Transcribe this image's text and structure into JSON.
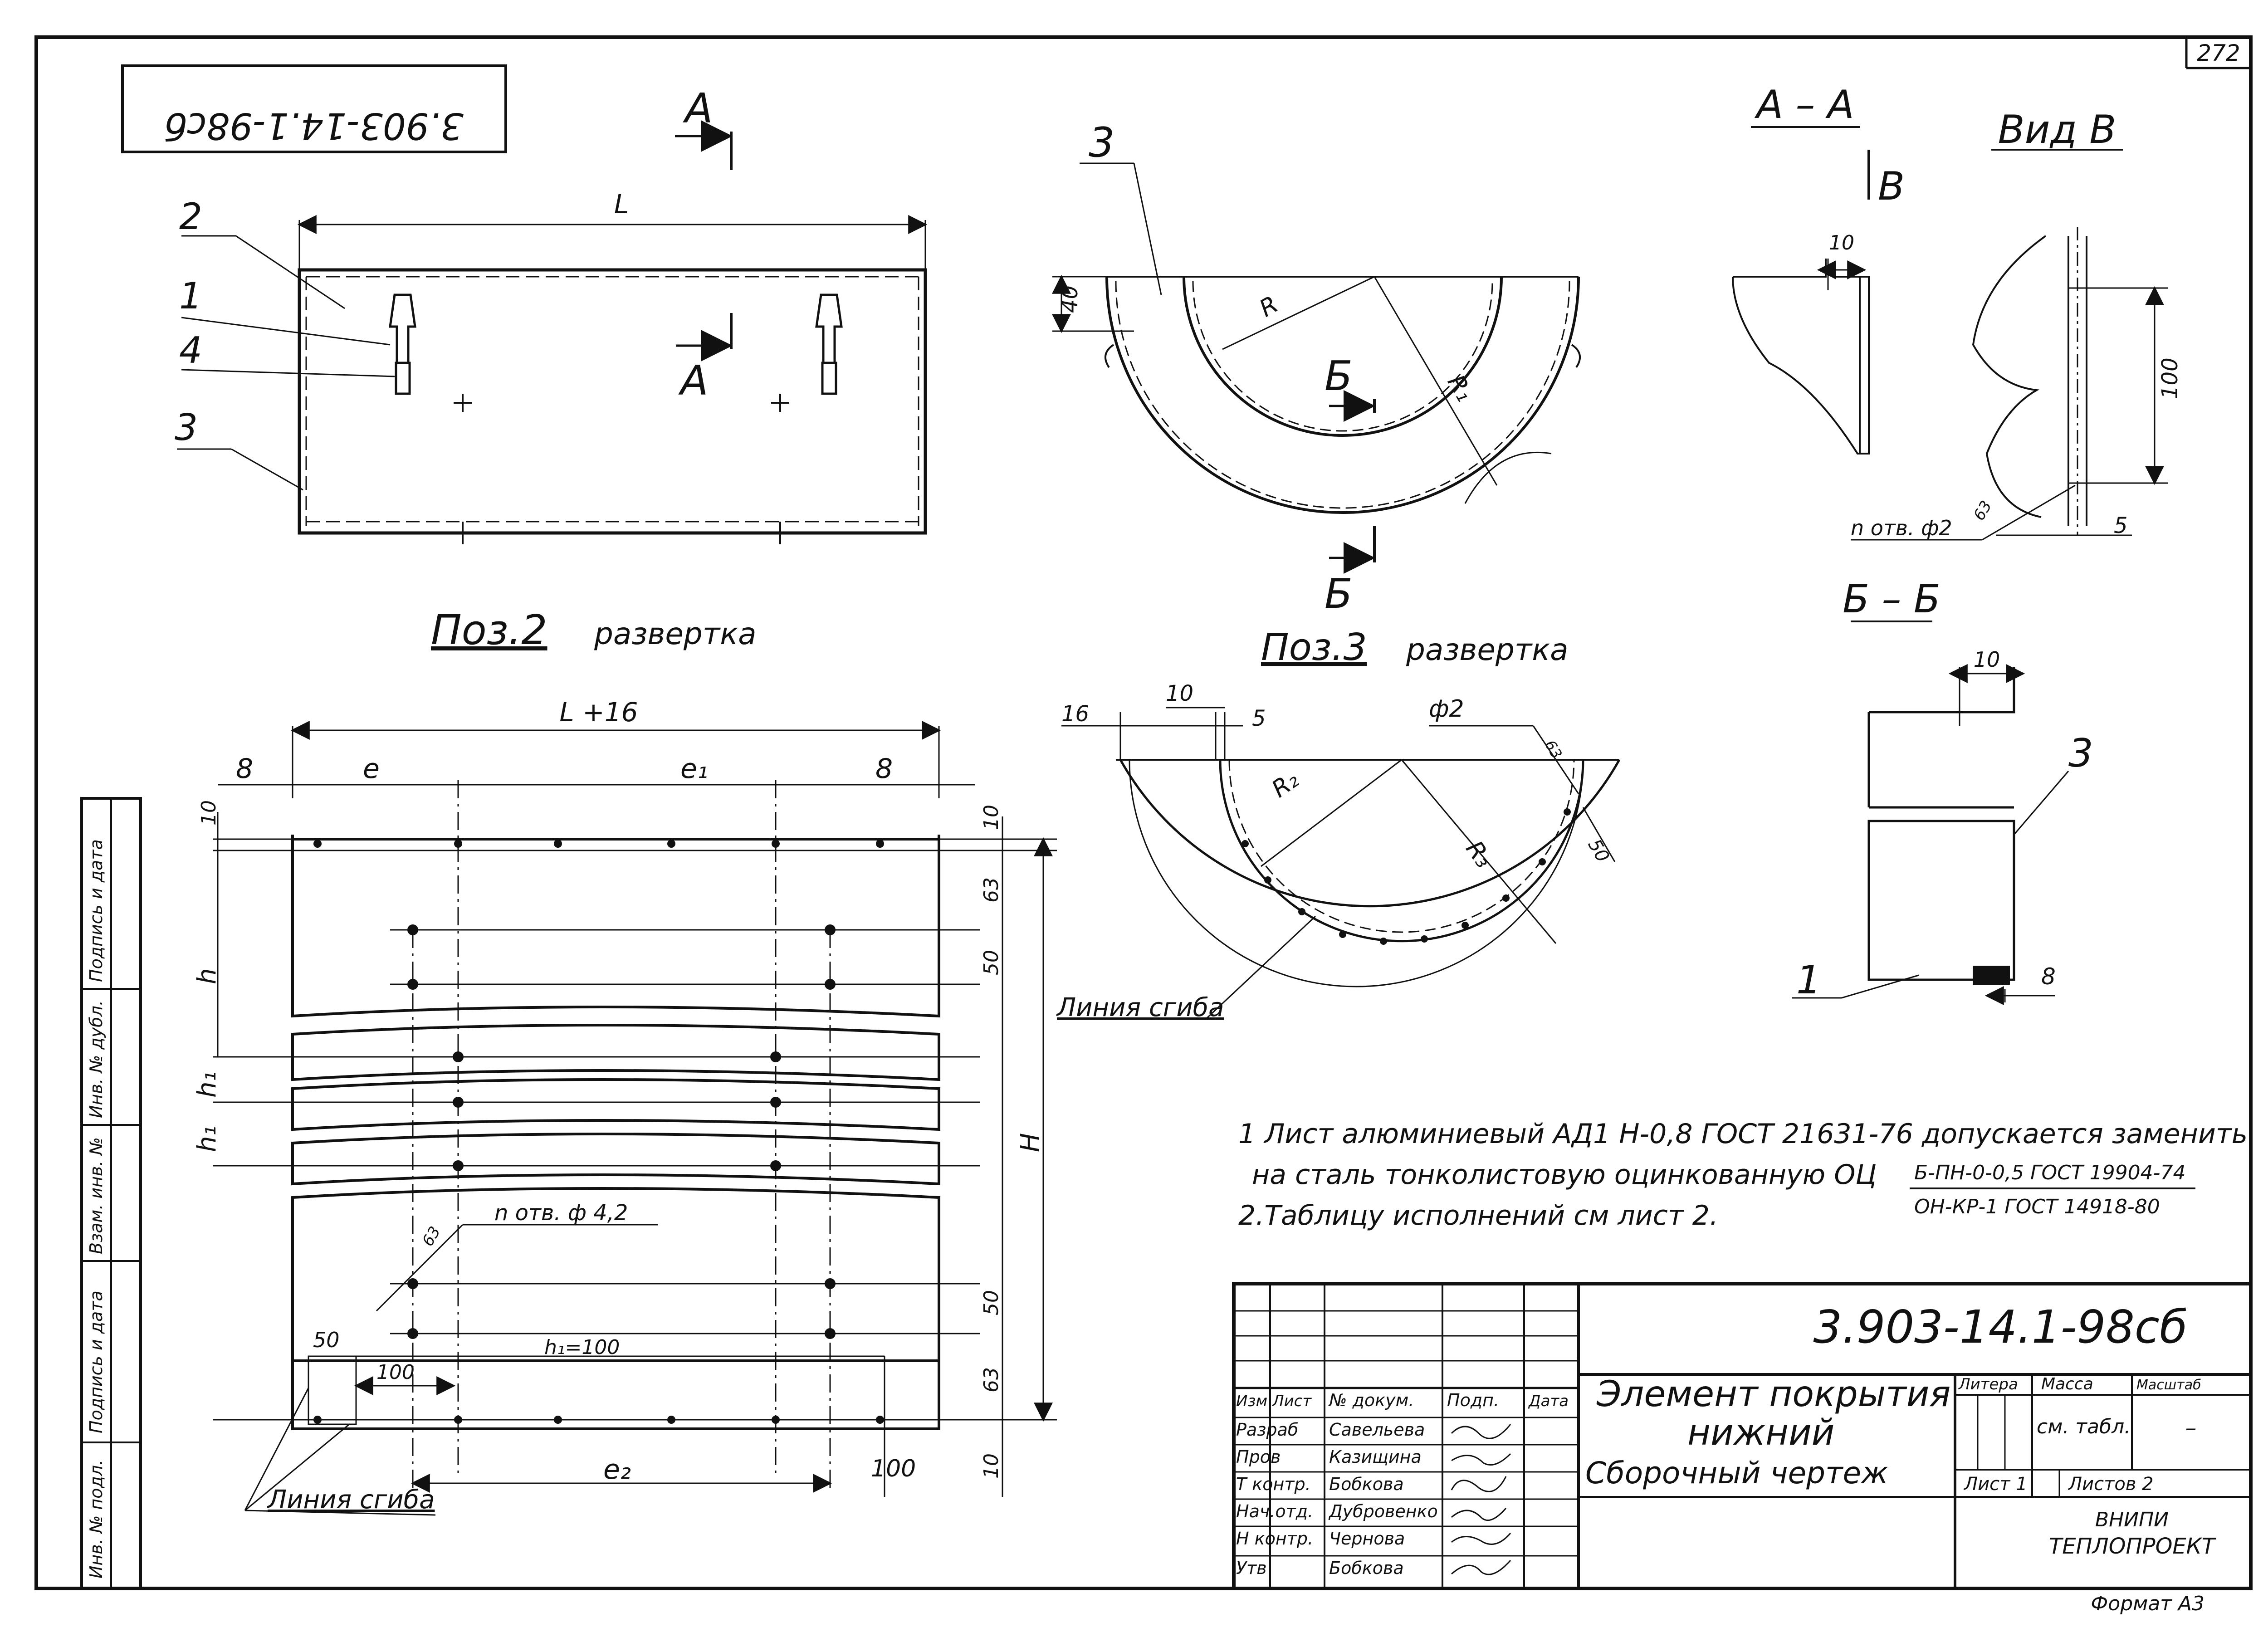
{
  "sheet_number": "272",
  "doc_code_stamp": "3.903-14.1-98сб",
  "doc_code": "3.903-14.1-98сб",
  "section_A_mark": "А",
  "section_B_mark": "Б",
  "section_AA_title": "А – А",
  "section_BB_title": "Б – Б",
  "view_B_title": "Вид В",
  "view_B_mark": "В",
  "pos2_title": "Поз.2",
  "pos3_title": "Поз.3",
  "razvertka": "развертка",
  "line_bend": "Линия сгиба",
  "callouts": {
    "p1": "1",
    "p2": "2",
    "p3": "3",
    "p4": "4"
  },
  "dims": {
    "L": "L",
    "L16": "L +16",
    "d8": "8",
    "e": "e",
    "e1": "e₁",
    "e2": "e₂",
    "d10": "10",
    "d63": "63",
    "d50": "50",
    "d100": "100",
    "d16": "16",
    "d5": "5",
    "d40": "40",
    "h": "h",
    "h1": "h₁",
    "H": "H",
    "R": "R",
    "R1": "R₁",
    "R2": "R₂",
    "R3": "R₃",
    "phi2": "ф2",
    "h1_100": "h₁=100",
    "d63b": "63"
  },
  "holes_phi2": "n отв. ф2",
  "holes_phi42": "n отв. ф 4,2",
  "notes": [
    "1 Лист алюминиевый АД1 Н-0,8 ГОСТ 21631-76 допускается заменить",
    "на сталь тонколистовую оцинкованную ОЦ",
    "2.Таблицу исполнений см лист 2."
  ],
  "note_fraction_top": "Б-ПН-0-0,5 ГОСТ 19904-74",
  "note_fraction_bottom": "ОН-КР-1 ГОСТ 14918-80",
  "title_block": {
    "title_line1": "Элемент покрытия",
    "title_line2": "нижний",
    "subtitle": "Сборочный чертеж",
    "headers": [
      "Изм",
      "Лист",
      "№ докум.",
      "Подп.",
      "Дата"
    ],
    "roles": [
      "Разраб",
      "Пров",
      "Т контр.",
      "Нач.отд.",
      "Н контр.",
      "Утв"
    ],
    "names": [
      "Савельева",
      "Казищина",
      "Бобкова",
      "Дубровенко",
      "Чернова",
      "Бобкова"
    ],
    "col_litera": "Литера",
    "col_massa": "Масса",
    "col_masshtab": "Масштаб",
    "massa_value": "см. табл.",
    "masshtab_value": "–",
    "sheet": "Лист 1",
    "sheets": "Листов 2",
    "org_line1": "ВНИПИ",
    "org_line2": "ТЕПЛОПРОЕКТ"
  },
  "side_stamp": [
    "Инв. № подл.",
    "Подпись и дата",
    "Взам. инв. №",
    "Инв. № дубл.",
    "Подпись и дата"
  ],
  "format": "Формат А3"
}
